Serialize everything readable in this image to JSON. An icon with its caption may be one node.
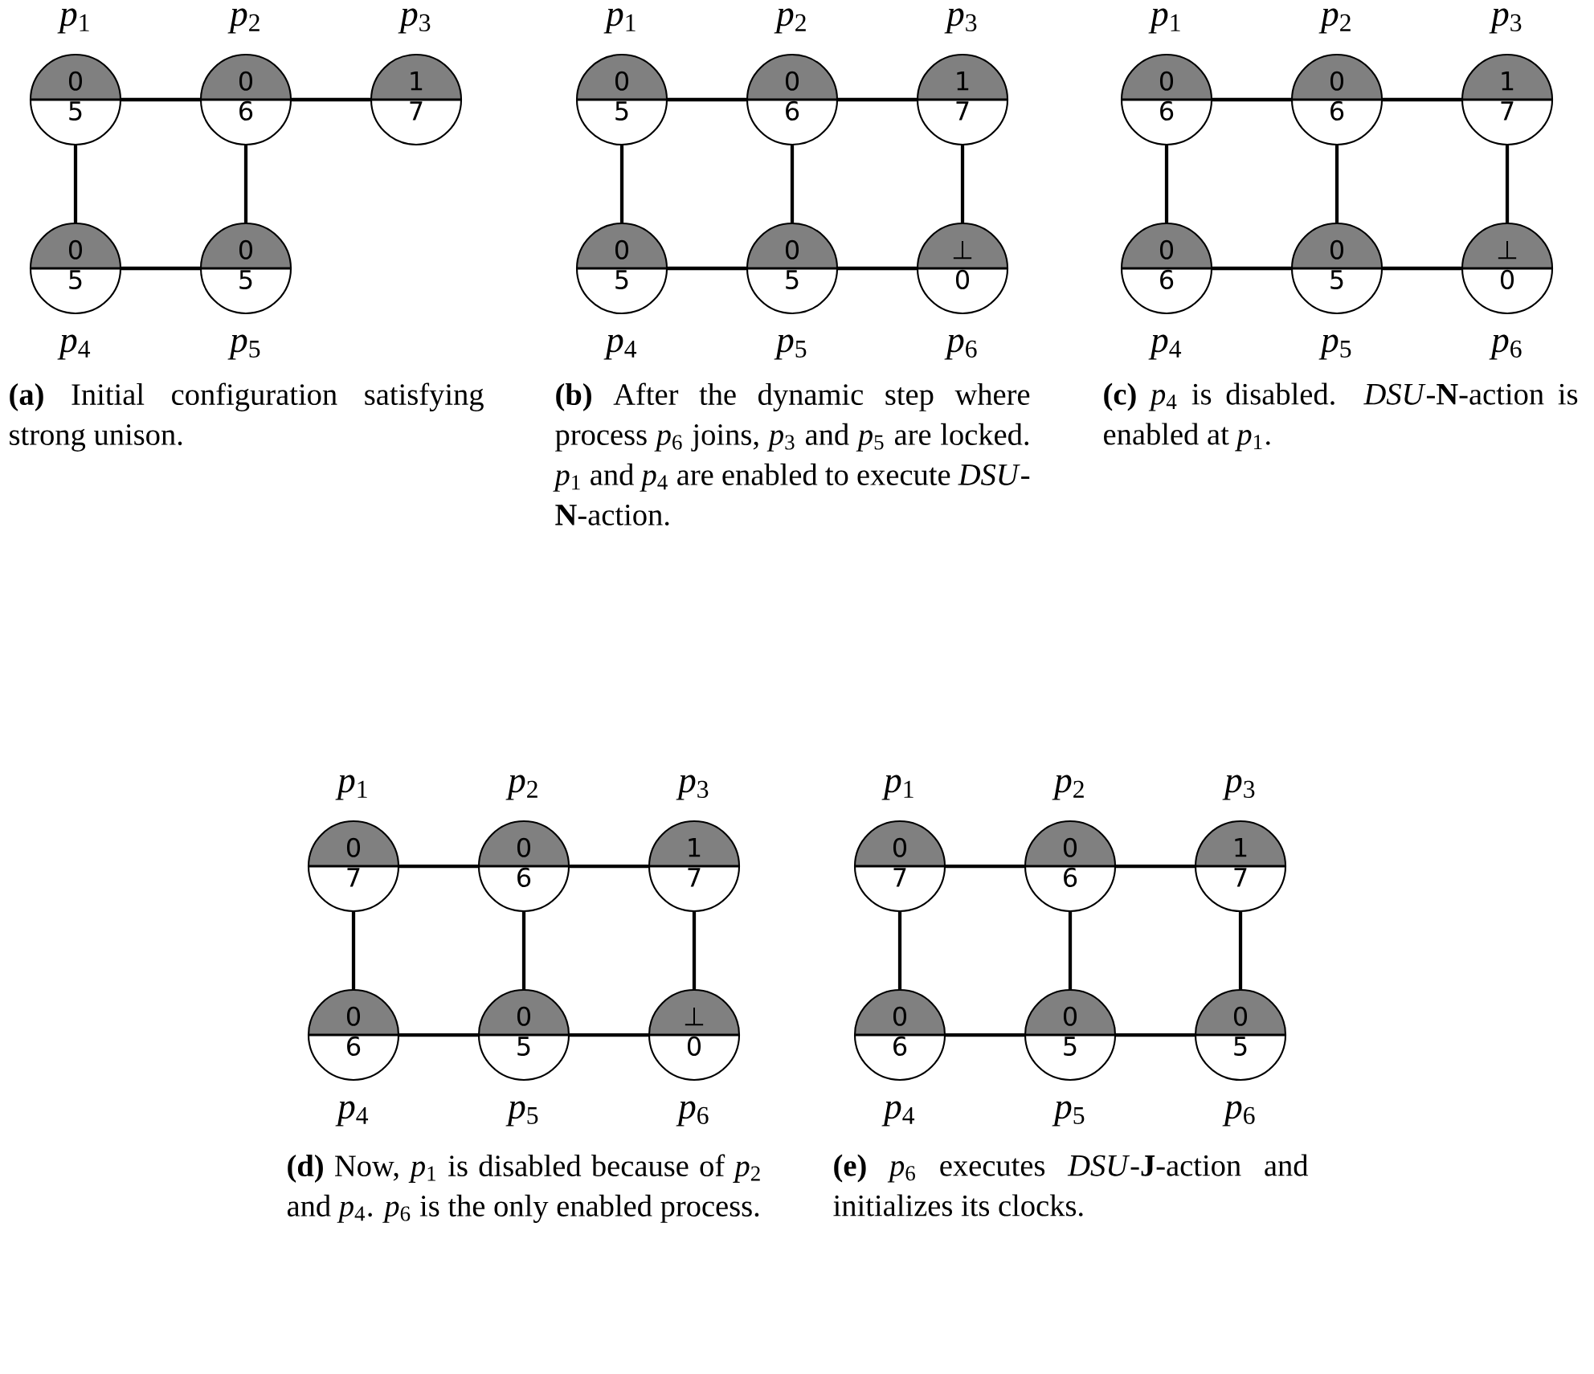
{
  "diagram": {
    "nodes": [
      {
        "text": [
          "0",
          "5"
        ],
        "beside": [
          "*p*$_{1}$"
        ]
      },
      {
        "text": [
          "0",
          "6"
        ],
        "beside": [
          "*p*$_{2}$"
        ]
      },
      {
        "text": [
          "1",
          "7"
        ],
        "beside": [
          "*p*$_{3}$"
        ]
      },
      {
        "text": [
          "0",
          "5"
        ],
        "beside": [
          "*p*$_{4}$"
        ]
      },
      {
        "text": [
          "0",
          "5"
        ],
        "beside": [
          "*p*$_{5}$"
        ]
      },
      {
        "text": [
          "0",
          "5"
        ],
        "beside": [
          "*p*$_{1}$"
        ]
      },
      {
        "text": [
          "0",
          "6"
        ],
        "beside": [
          "*p*$_{2}$"
        ]
      },
      {
        "text": [
          "1",
          "7"
        ],
        "beside": [
          "*p*$_{3}$"
        ]
      },
      {
        "text": [
          "0",
          "5"
        ],
        "beside": [
          "*p*$_{4}$"
        ]
      },
      {
        "text": [
          "0",
          "5"
        ],
        "beside": [
          "*p*$_{5}$"
        ]
      },
      {
        "text": [
          "⊥",
          "0"
        ],
        "beside": [
          "*p*$_{6}$"
        ]
      },
      {
        "text": [
          "0",
          "6"
        ],
        "beside": [
          "*p*$_{1}$"
        ]
      },
      {
        "text": [
          "0",
          "6"
        ],
        "beside": [
          "*p*$_{2}$"
        ]
      },
      {
        "text": [
          "1",
          "7"
        ],
        "beside": [
          "*p*$_{3}$"
        ]
      },
      {
        "text": [
          "0",
          "6"
        ],
        "beside": [
          "*p*$_{4}$"
        ]
      },
      {
        "text": [
          "0",
          "5"
        ],
        "beside": [
          "*p*$_{5}$"
        ]
      },
      {
        "text": [
          "⊥",
          "0"
        ],
        "beside": [
          "*p*$_{6}$"
        ]
      },
      {
        "text": [
          "0",
          "7"
        ],
        "beside": [
          "*p*$_{1}$"
        ]
      },
      {
        "text": [
          "0",
          "6"
        ],
        "beside": [
          "*p*$_{2}$"
        ]
      },
      {
        "text": [
          "1",
          "7"
        ],
        "beside": [
          "*p*$_{3}$"
        ]
      },
      {
        "text": [
          "0",
          "6"
        ],
        "beside": [
          "*p*$_{4}$"
        ]
      },
      {
        "text": [
          "0",
          "5"
        ],
        "beside": [
          "*p*$_{5}$"
        ]
      },
      {
        "text": [
          "⊥",
          "0"
        ],
        "beside": [
          "*p*$_{6}$"
        ]
      },
      {
        "text": [
          "0",
          "7"
        ],
        "beside": [
          "*p*$_{1}$"
        ]
      },
      {
        "text": [
          "0",
          "6"
        ],
        "beside": [
          "*p*$_{2}$"
        ]
      },
      {
        "text": [
          "1",
          "7"
        ],
        "beside": [
          "*p*$_{3}$"
        ]
      },
      {
        "text": [
          "0",
          "6"
        ],
        "beside": [
          "*p*$_{4}$"
        ]
      },
      {
        "text": [
          "0",
          "5"
        ],
        "beside": [
          "*p*$_{5}$"
        ]
      },
      {
        "text": [
          "0",
          "5"
        ],
        "beside": [
          "*p*$_{6}$"
        ]
      }
    ],
    "edges": [
      {
        "from": 0,
        "to": 1,
        "arrow": "none"
      },
      {
        "from": 1,
        "to": 2,
        "arrow": "none"
      },
      {
        "from": 0,
        "to": 3,
        "arrow": "none"
      },
      {
        "from": 1,
        "to": 4,
        "arrow": "none"
      },
      {
        "from": 3,
        "to": 4,
        "arrow": "none"
      },
      {
        "from": 5,
        "to": 6,
        "arrow": "none"
      },
      {
        "from": 6,
        "to": 7,
        "arrow": "none"
      },
      {
        "from": 5,
        "to": 8,
        "arrow": "none"
      },
      {
        "from": 6,
        "to": 9,
        "arrow": "none"
      },
      {
        "from": 7,
        "to": 10,
        "arrow": "none"
      },
      {
        "from": 8,
        "to": 9,
        "arrow": "none"
      },
      {
        "from": 9,
        "to": 10,
        "arrow": "none"
      },
      {
        "from": 11,
        "to": 12,
        "arrow": "none"
      },
      {
        "from": 12,
        "to": 13,
        "arrow": "none"
      },
      {
        "from": 11,
        "to": 14,
        "arrow": "none"
      },
      {
        "from": 12,
        "to": 15,
        "arrow": "none"
      },
      {
        "from": 13,
        "to": 16,
        "arrow": "none"
      },
      {
        "from": 14,
        "to": 15,
        "arrow": "none"
      },
      {
        "from": 15,
        "to": 16,
        "arrow": "none"
      },
      {
        "from": 17,
        "to": 18,
        "arrow": "none"
      },
      {
        "from": 18,
        "to": 19,
        "arrow": "none"
      },
      {
        "from": 17,
        "to": 20,
        "arrow": "none"
      },
      {
        "from": 18,
        "to": 21,
        "arrow": "none"
      },
      {
        "from": 19,
        "to": 22,
        "arrow": "none"
      },
      {
        "from": 20,
        "to": 21,
        "arrow": "none"
      },
      {
        "from": 21,
        "to": 22,
        "arrow": "none"
      },
      {
        "from": 23,
        "to": 24,
        "arrow": "none"
      },
      {
        "from": 24,
        "to": 25,
        "arrow": "none"
      },
      {
        "from": 23,
        "to": 26,
        "arrow": "none"
      },
      {
        "from": 24,
        "to": 27,
        "arrow": "none"
      },
      {
        "from": 25,
        "to": 28,
        "arrow": "none"
      },
      {
        "from": 26,
        "to": 27,
        "arrow": "none"
      },
      {
        "from": 27,
        "to": 28,
        "arrow": "none"
      }
    ],
    "labels": [
      "**(a)** Initial configuration satisfying strong unison.",
      "**(b)** After the dynamic step where process *p*$_{6}$ joins, *p*$_{3}$ and *p*$_{5}$ are locked. *p*$_{1}$ and *p*$_{4}$ are enabled to execute *DSU*-**N**-action.",
      "**(c)** *p*$_{4}$ is disabled. *DSU*-**N**-action is enabled at *p*$_{1}$.",
      "**(d)** Now, *p*$_{1}$ is disabled because of *p*$_{2}$ and *p*$_{4}$. *p*$_{6}$ is the only enabled process.",
      "**(e)** *p*$_{6}$ executes *DSU*-**J**-action and initializes its clocks."
    ]
  }
}
